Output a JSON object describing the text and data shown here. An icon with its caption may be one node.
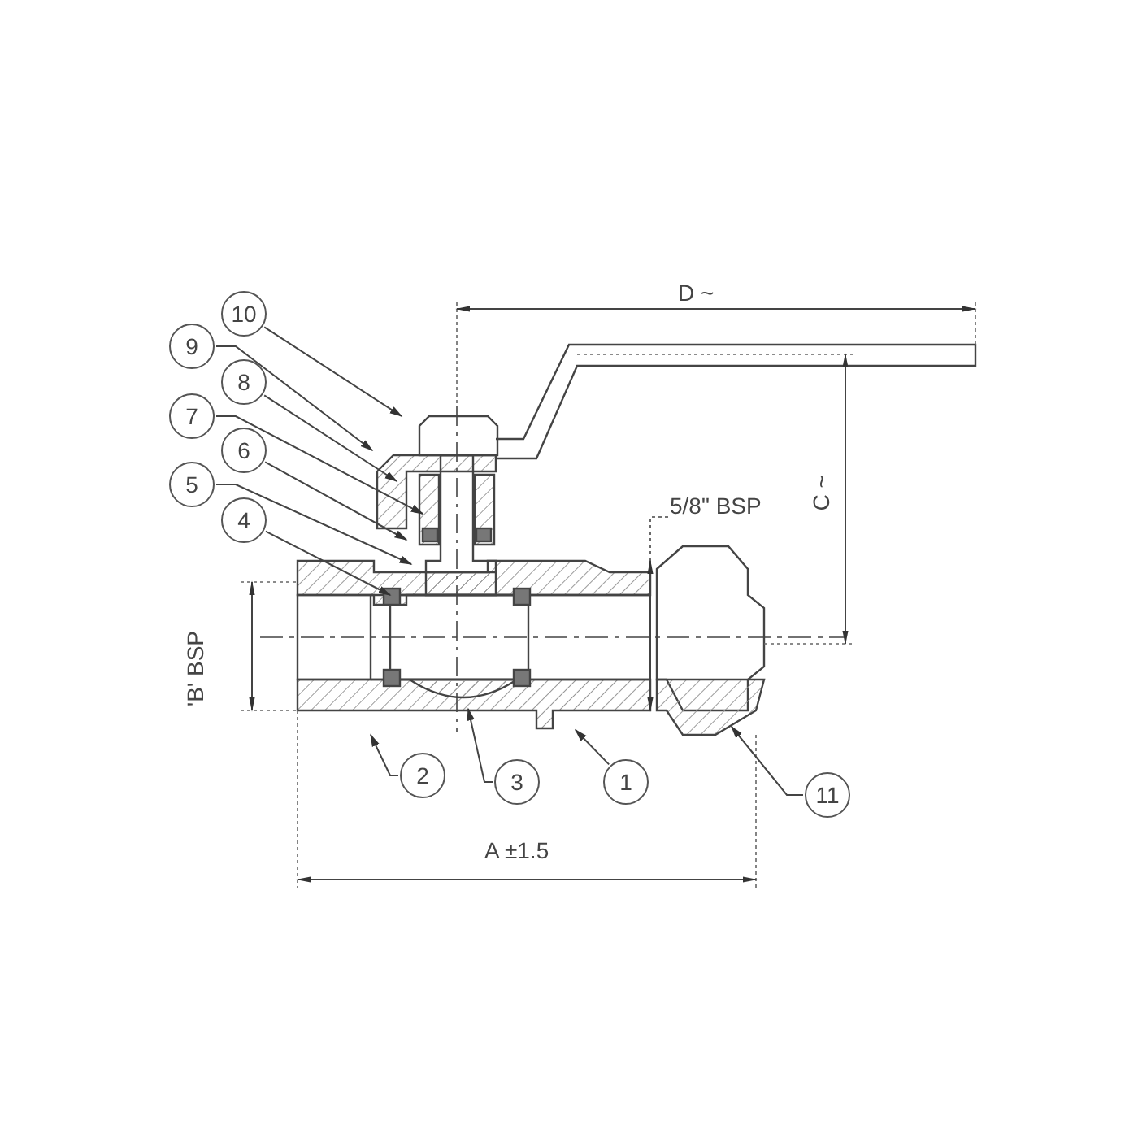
{
  "diagram": {
    "nodes": [
      {
        "text": [
          "10"
        ]
      },
      {
        "text": [
          "9"
        ]
      },
      {
        "text": [
          "8"
        ]
      },
      {
        "text": [
          "7"
        ]
      },
      {
        "text": [
          "6"
        ]
      },
      {
        "text": [
          "5"
        ]
      },
      {
        "text": [
          "4"
        ]
      },
      {
        "text": [
          "2"
        ]
      },
      {
        "text": [
          "3"
        ]
      },
      {
        "text": [
          "1"
        ]
      },
      {
        "text": [
          "11"
        ]
      },
      {
        "text": [
          "5/8\" BSP"
        ]
      }
    ],
    "edges": [
      {
        "from": 0,
        "to": null,
        "arrow": "to"
      },
      {
        "from": 1,
        "to": null,
        "arrow": "to"
      },
      {
        "from": 2,
        "to": null,
        "arrow": "to"
      },
      {
        "from": 3,
        "to": null,
        "arrow": "to"
      },
      {
        "from": 4,
        "to": null,
        "arrow": "to"
      },
      {
        "from": 5,
        "to": null,
        "arrow": "to"
      },
      {
        "from": 6,
        "to": null,
        "arrow": "to"
      },
      {
        "from": 7,
        "to": null,
        "arrow": "to"
      },
      {
        "from": 8,
        "to": null,
        "arrow": "to"
      },
      {
        "from": 9,
        "to": null,
        "arrow": "to"
      },
      {
        "from": 10,
        "to": null,
        "arrow": "to"
      },
      {
        "from": 11,
        "to": null,
        "arrow": "none",
        "style": "dashed"
      }
    ],
    "labels": [
      "D ~",
      "C ~",
      "'B' BSP",
      "A ±1.5"
    ]
  }
}
